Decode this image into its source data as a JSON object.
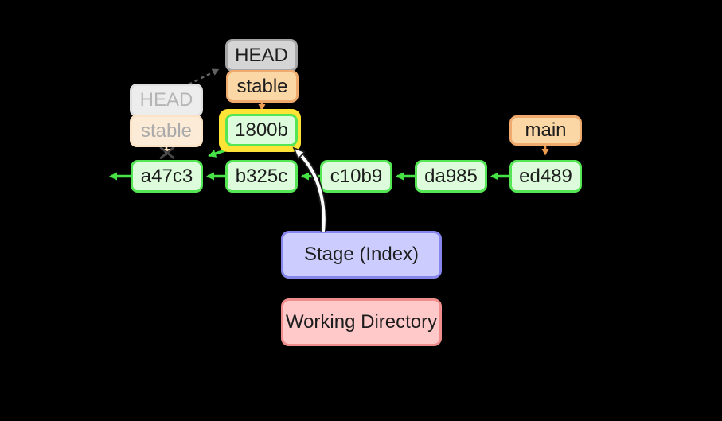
{
  "diagram_title": "git commit graph with HEAD, stable and main branches, stage and working directory",
  "nodes": {
    "ghost_head": "HEAD",
    "ghost_stable": "stable",
    "head": "HEAD",
    "stable": "stable",
    "main": "main",
    "staged_commit": "1800b",
    "commits": [
      "a47c3",
      "b325c",
      "c10b9",
      "da985",
      "ed489"
    ],
    "stage": "Stage (Index)",
    "working_directory": "Working Directory"
  },
  "edges": {
    "commit_parent_links": [
      "a47c3 -> (older history, off canvas)",
      "b325c -> a47c3",
      "c10b9 -> b325c",
      "da985 -> c10b9",
      "ed489 -> da985",
      "1800b -> a47c3"
    ],
    "branch_pointers": [
      "stable -> 1800b",
      "main -> ed489",
      "ghost stable -> a47c3 (crossed out)"
    ],
    "head_move": "ghost HEAD -> HEAD (dashed)",
    "stage_arrow": "Stage (Index) -> 1800b (double outlined arrow)"
  },
  "colors": {
    "background": "#000000",
    "commit_fill": "#dcfcdc",
    "commit_border": "#54e654",
    "arrow_green": "#46e246",
    "orange_fill": "#fbd7a6",
    "orange_border": "#f0aa6d",
    "arrow_orange": "#ef9c50",
    "gray_fill": "#d5d5d5",
    "gray_border": "#a6a6a6",
    "yellow_highlight": "#ffe336",
    "stage_fill": "#ccccfe",
    "stage_border": "#8686ec",
    "workdir_fill": "#ffc9c9",
    "workdir_border": "#f08e8e"
  }
}
